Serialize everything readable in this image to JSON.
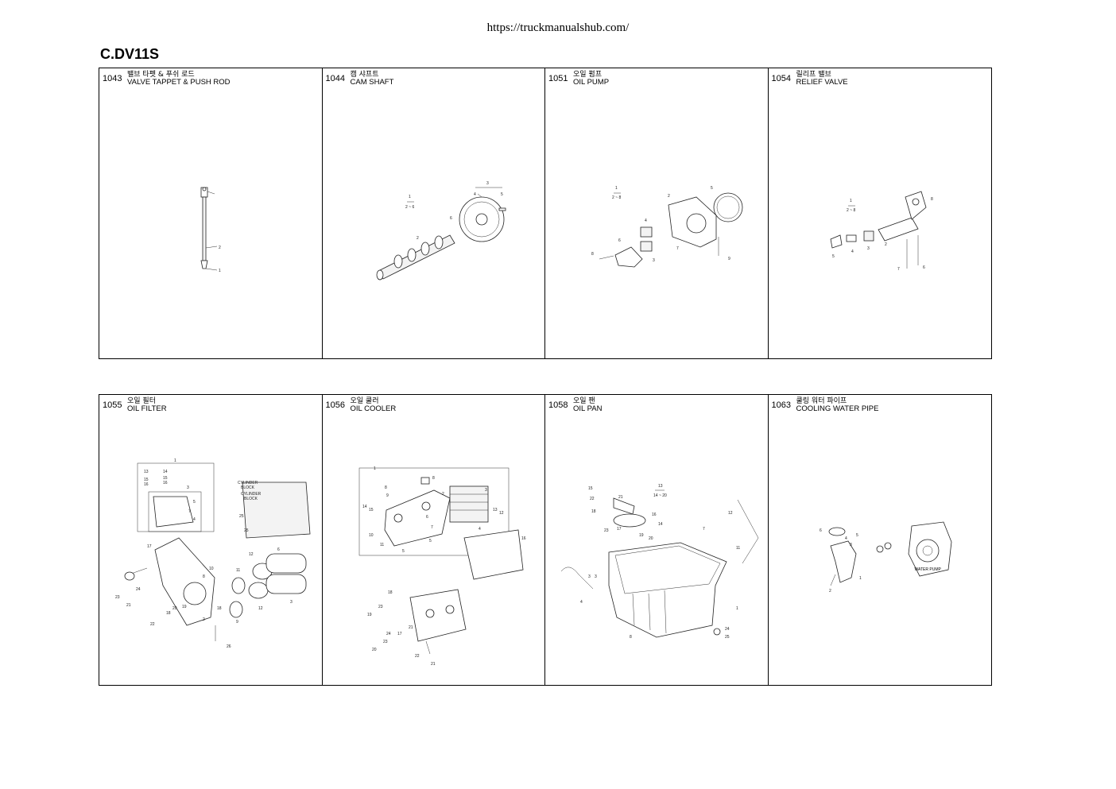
{
  "header": {
    "url": "https://truckmanualshub.com/",
    "model": "C.DV11S"
  },
  "sections": [
    {
      "code": "1043",
      "ko": "밸브 타펫 & 푸쉬 로드",
      "en": "VALVE TAPPET & PUSH ROD"
    },
    {
      "code": "1044",
      "ko": "캠 샤프트",
      "en": "CAM SHAFT"
    },
    {
      "code": "1051",
      "ko": "오일 펌프",
      "en": "OIL PUMP"
    },
    {
      "code": "1054",
      "ko": "릴리프 밸브",
      "en": "RELIEF VALVE"
    },
    {
      "code": "1055",
      "ko": "오일 필터",
      "en": "OIL FILTER"
    },
    {
      "code": "1056",
      "ko": "오일 쿨러",
      "en": "OIL COOLER"
    },
    {
      "code": "1058",
      "ko": "오일 팬",
      "en": "OIL PAN"
    },
    {
      "code": "1063",
      "ko": "쿨링 워터 파이프",
      "en": "COOLING WATER PIPE"
    }
  ],
  "callouts": {
    "cylinder_block": "CYLINDER BLOCK",
    "water_pump": "WATER PUMP"
  }
}
